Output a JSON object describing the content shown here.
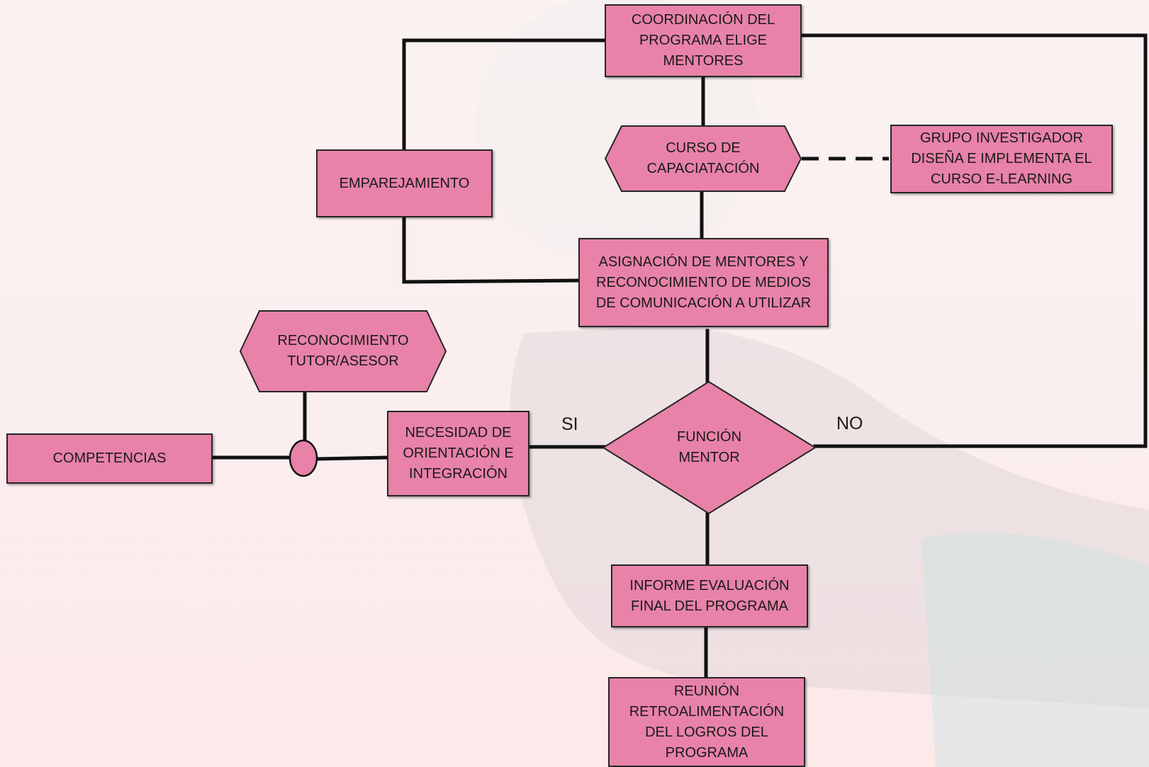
{
  "nodes": {
    "coordinacion": "COORDINACIÓN DEL PROGRAMA ELIGE MENTORES",
    "curso": "CURSO DE CAPACIATACIÓN",
    "grupo": "GRUPO INVESTIGADOR DISEÑA E IMPLEMENTA EL CURSO E-LEARNING",
    "emparejamiento": "EMPAREJAMIENTO",
    "asignacion": "ASIGNACIÓN DE MENTORES Y RECONOCIMIENTO DE  MEDIOS DE COMUNICACIÓN  A UTILIZAR",
    "reconocimiento": "RECONOCIMIENTO TUTOR/ASESOR",
    "necesidad": "NECESIDAD DE ORIENTACIÓN E INTEGRACIÓN",
    "competencias": "COMPETENCIAS",
    "funcion": "FUNCIÓN MENTOR",
    "informe": "INFORME EVALUACIÓN FINAL DEL PROGRAMA",
    "reunion": "REUNIÓN RETROALIMENTACIÓN DEL LOGROS DEL PROGRAMA"
  },
  "labels": {
    "si": "SI",
    "no": "NO"
  },
  "colors": {
    "node_fill": "#e882a8",
    "stroke": "#111111",
    "background": "#faf3f1"
  }
}
